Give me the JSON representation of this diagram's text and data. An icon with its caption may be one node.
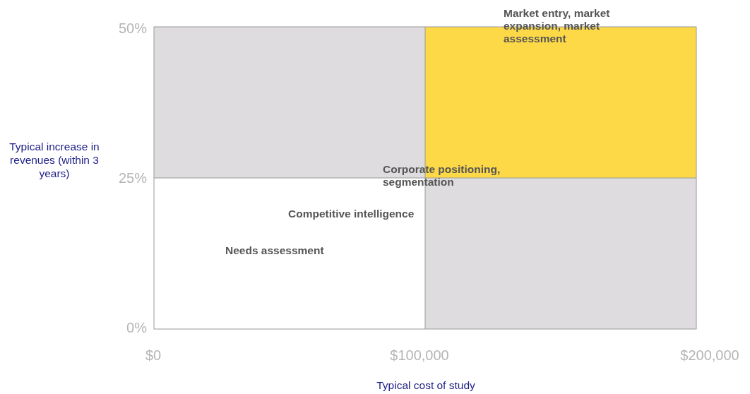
{
  "diagram": {
    "labels": [
      "Market entry, market expansion, market assessment",
      "50%",
      "Typical increase in revenues (within 3 years)",
      "Corporate positioning, segmentation",
      "25%",
      "Competitive intelligence",
      "Needs assessment",
      "0%",
      "$0",
      "$100,000",
      "$200,000",
      "Typical cost of study"
    ]
  }
}
